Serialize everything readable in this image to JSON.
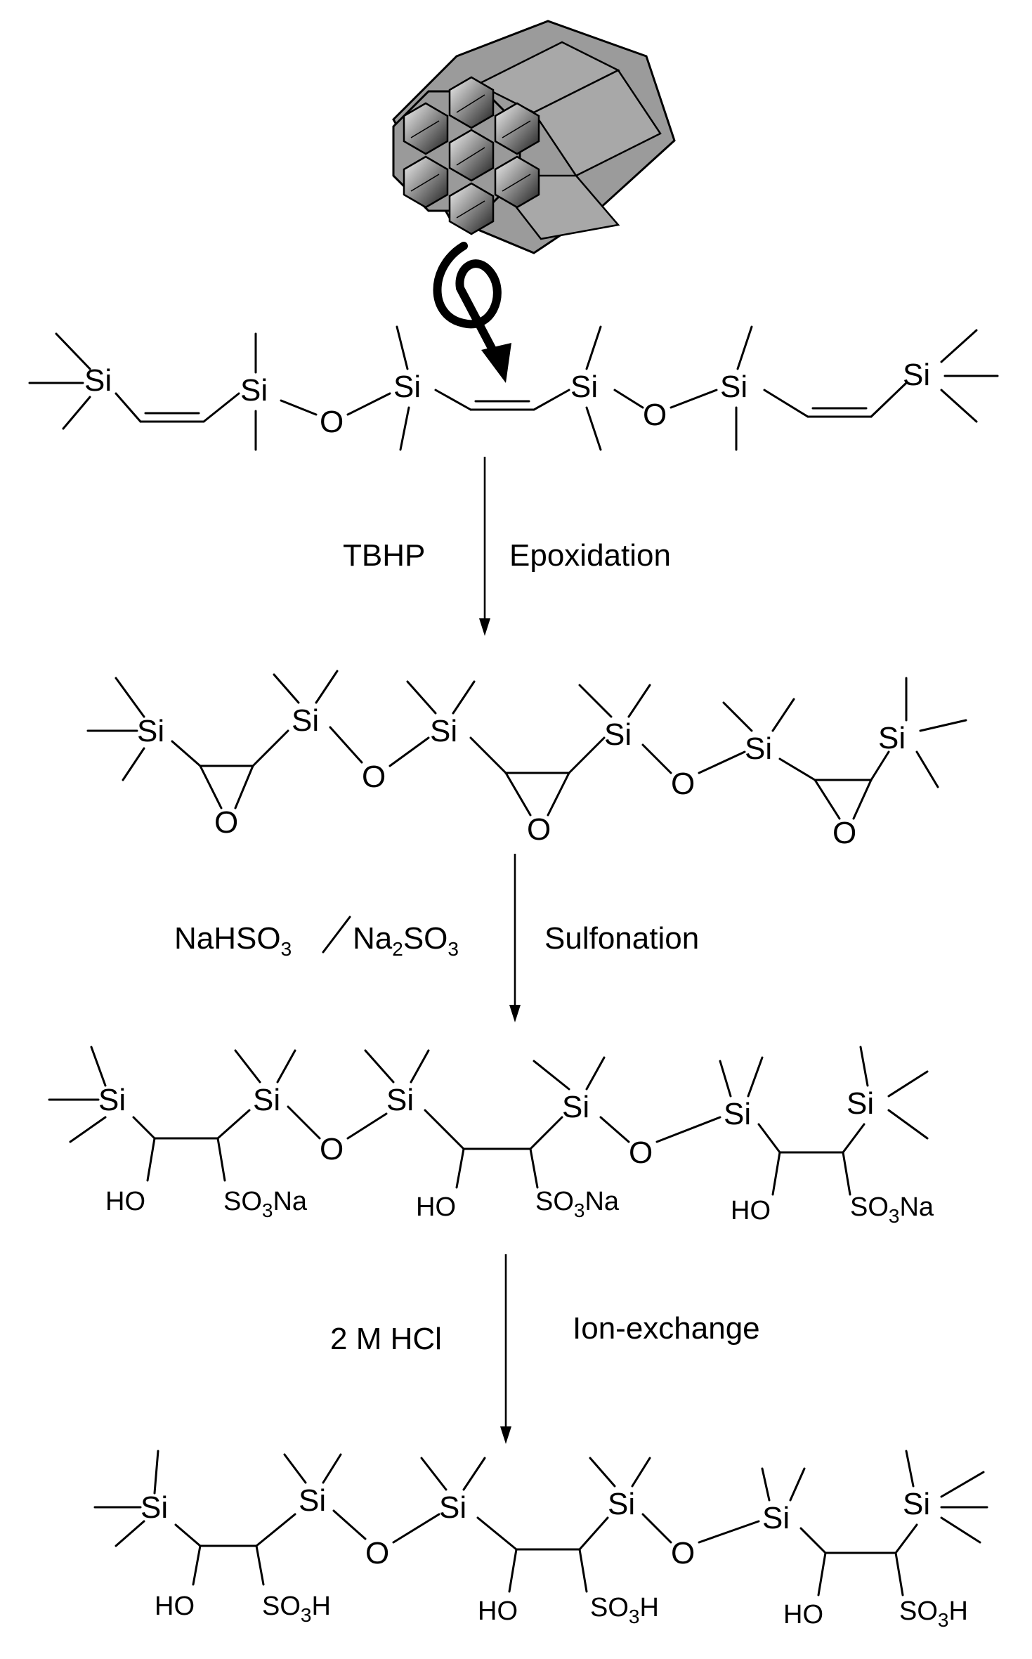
{
  "steps": [
    {
      "reagent": "TBHP",
      "process": "Epoxidation"
    },
    {
      "reagent_main": "NaHSO",
      "reagent_sub1": "3",
      "reagent_sep": "/",
      "reagent2_main": "Na",
      "reagent2_sub1": "2",
      "reagent2_mid": "SO",
      "reagent2_sub2": "3",
      "process": "Sulfonation"
    },
    {
      "reagent": "2 M HCl",
      "process": "Ion-exchange"
    }
  ],
  "labels": {
    "si": "Si",
    "o": "O",
    "ho": "HO",
    "so3": "SO",
    "three": "3",
    "na": "Na",
    "h": "H"
  }
}
